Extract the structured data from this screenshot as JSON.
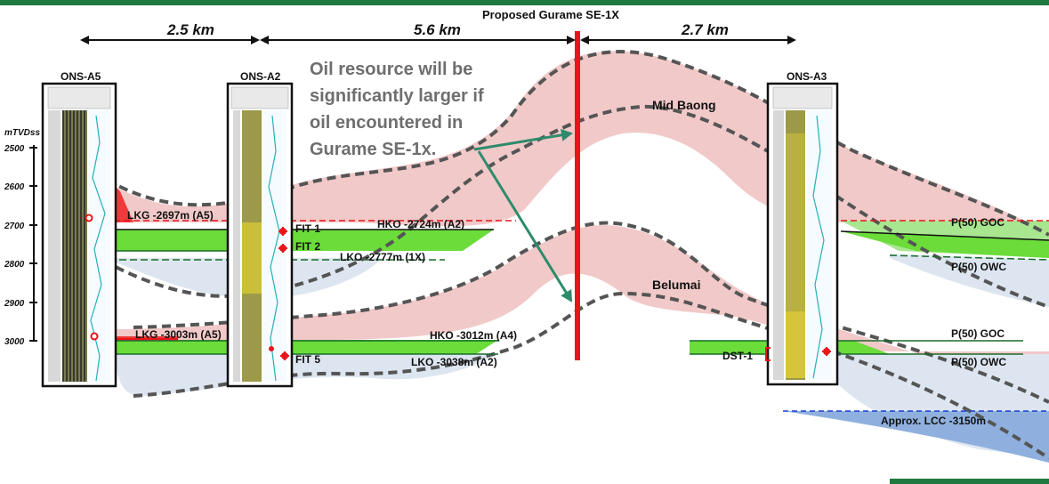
{
  "title": "Proposed Gurame SE-1X",
  "distances": [
    "2.5 km",
    "5.6 km",
    "2.7 km"
  ],
  "wells": [
    "ONS-A5",
    "ONS-A2",
    "ONS-A3"
  ],
  "depth_axis": {
    "unit": "mTVDss",
    "ticks": [
      "2500",
      "2600",
      "2700",
      "2800",
      "2900",
      "3000"
    ]
  },
  "callout": {
    "lines": [
      "Oil resource will be",
      "significantly larger if",
      "oil encountered in",
      "Gurame SE-1x."
    ]
  },
  "zones": {
    "upper": "Mid Baong",
    "lower": "Belumai"
  },
  "contacts": {
    "lkg_upper": "LKG   -2697m (A5)",
    "hko_upper": "HKO -2724m (A2)",
    "lko_upper": "LKO -2777m (1X)",
    "lkg_lower": "LKG -3003m (A5)",
    "hko_lower": "HKO -3012m (A4)",
    "lko_lower": "LKO -3038m (A2)",
    "goc_upper": "P(50) GOC",
    "owc_upper": "P(50) OWC",
    "goc_lower": "P(50) GOC",
    "owc_lower": "P(50) OWC",
    "lcc": "Approx. LCC -3150m"
  },
  "tests": [
    "FIT 1",
    "FIT 2",
    "FIT 5",
    "DST-1"
  ],
  "colors": {
    "gas": "#f2c9c9",
    "oil": "#6bdc3a",
    "water": "#dde6f0",
    "deep_water": "#8fb0de",
    "well_line": "#e8141a",
    "arrow": "#2e8b6b",
    "top_bar": "#1e7a3e"
  }
}
